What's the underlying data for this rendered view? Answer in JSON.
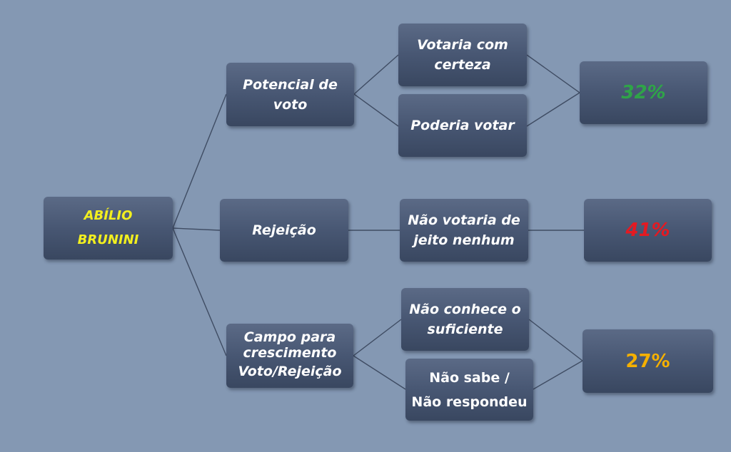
{
  "diagram": {
    "root": {
      "label_line1": "ABÍLIO",
      "label_line2": "BRUNINI"
    },
    "branches": [
      {
        "label_line1": "Potencial de",
        "label_line2": "voto",
        "children": [
          {
            "label_line1": "Votaria com",
            "label_line2": "certeza"
          },
          {
            "label_line1": "Poderia votar"
          }
        ],
        "result": {
          "value": "32%",
          "color": "#2fa448"
        }
      },
      {
        "label_line1": "Rejeição",
        "children": [
          {
            "label_line1": "Não votaria de",
            "label_line2": "jeito nenhum"
          }
        ],
        "result": {
          "value": "41%",
          "color": "#e41a22"
        }
      },
      {
        "label_line1": "Campo para",
        "label_line2": "crescimento",
        "label_line3": "Voto/Rejeição",
        "children": [
          {
            "label_line1": "Não conhece o",
            "label_line2": "suficiente"
          },
          {
            "label_line1": "Não sabe /",
            "label_line2": "Não respondeu"
          }
        ],
        "result": {
          "value": "27%",
          "color": "#f5b000"
        }
      }
    ],
    "colors": {
      "background": "#8498b3",
      "node_fill": "#475672",
      "root_text": "#f2ef1f",
      "connector": "#3f4c63"
    }
  }
}
